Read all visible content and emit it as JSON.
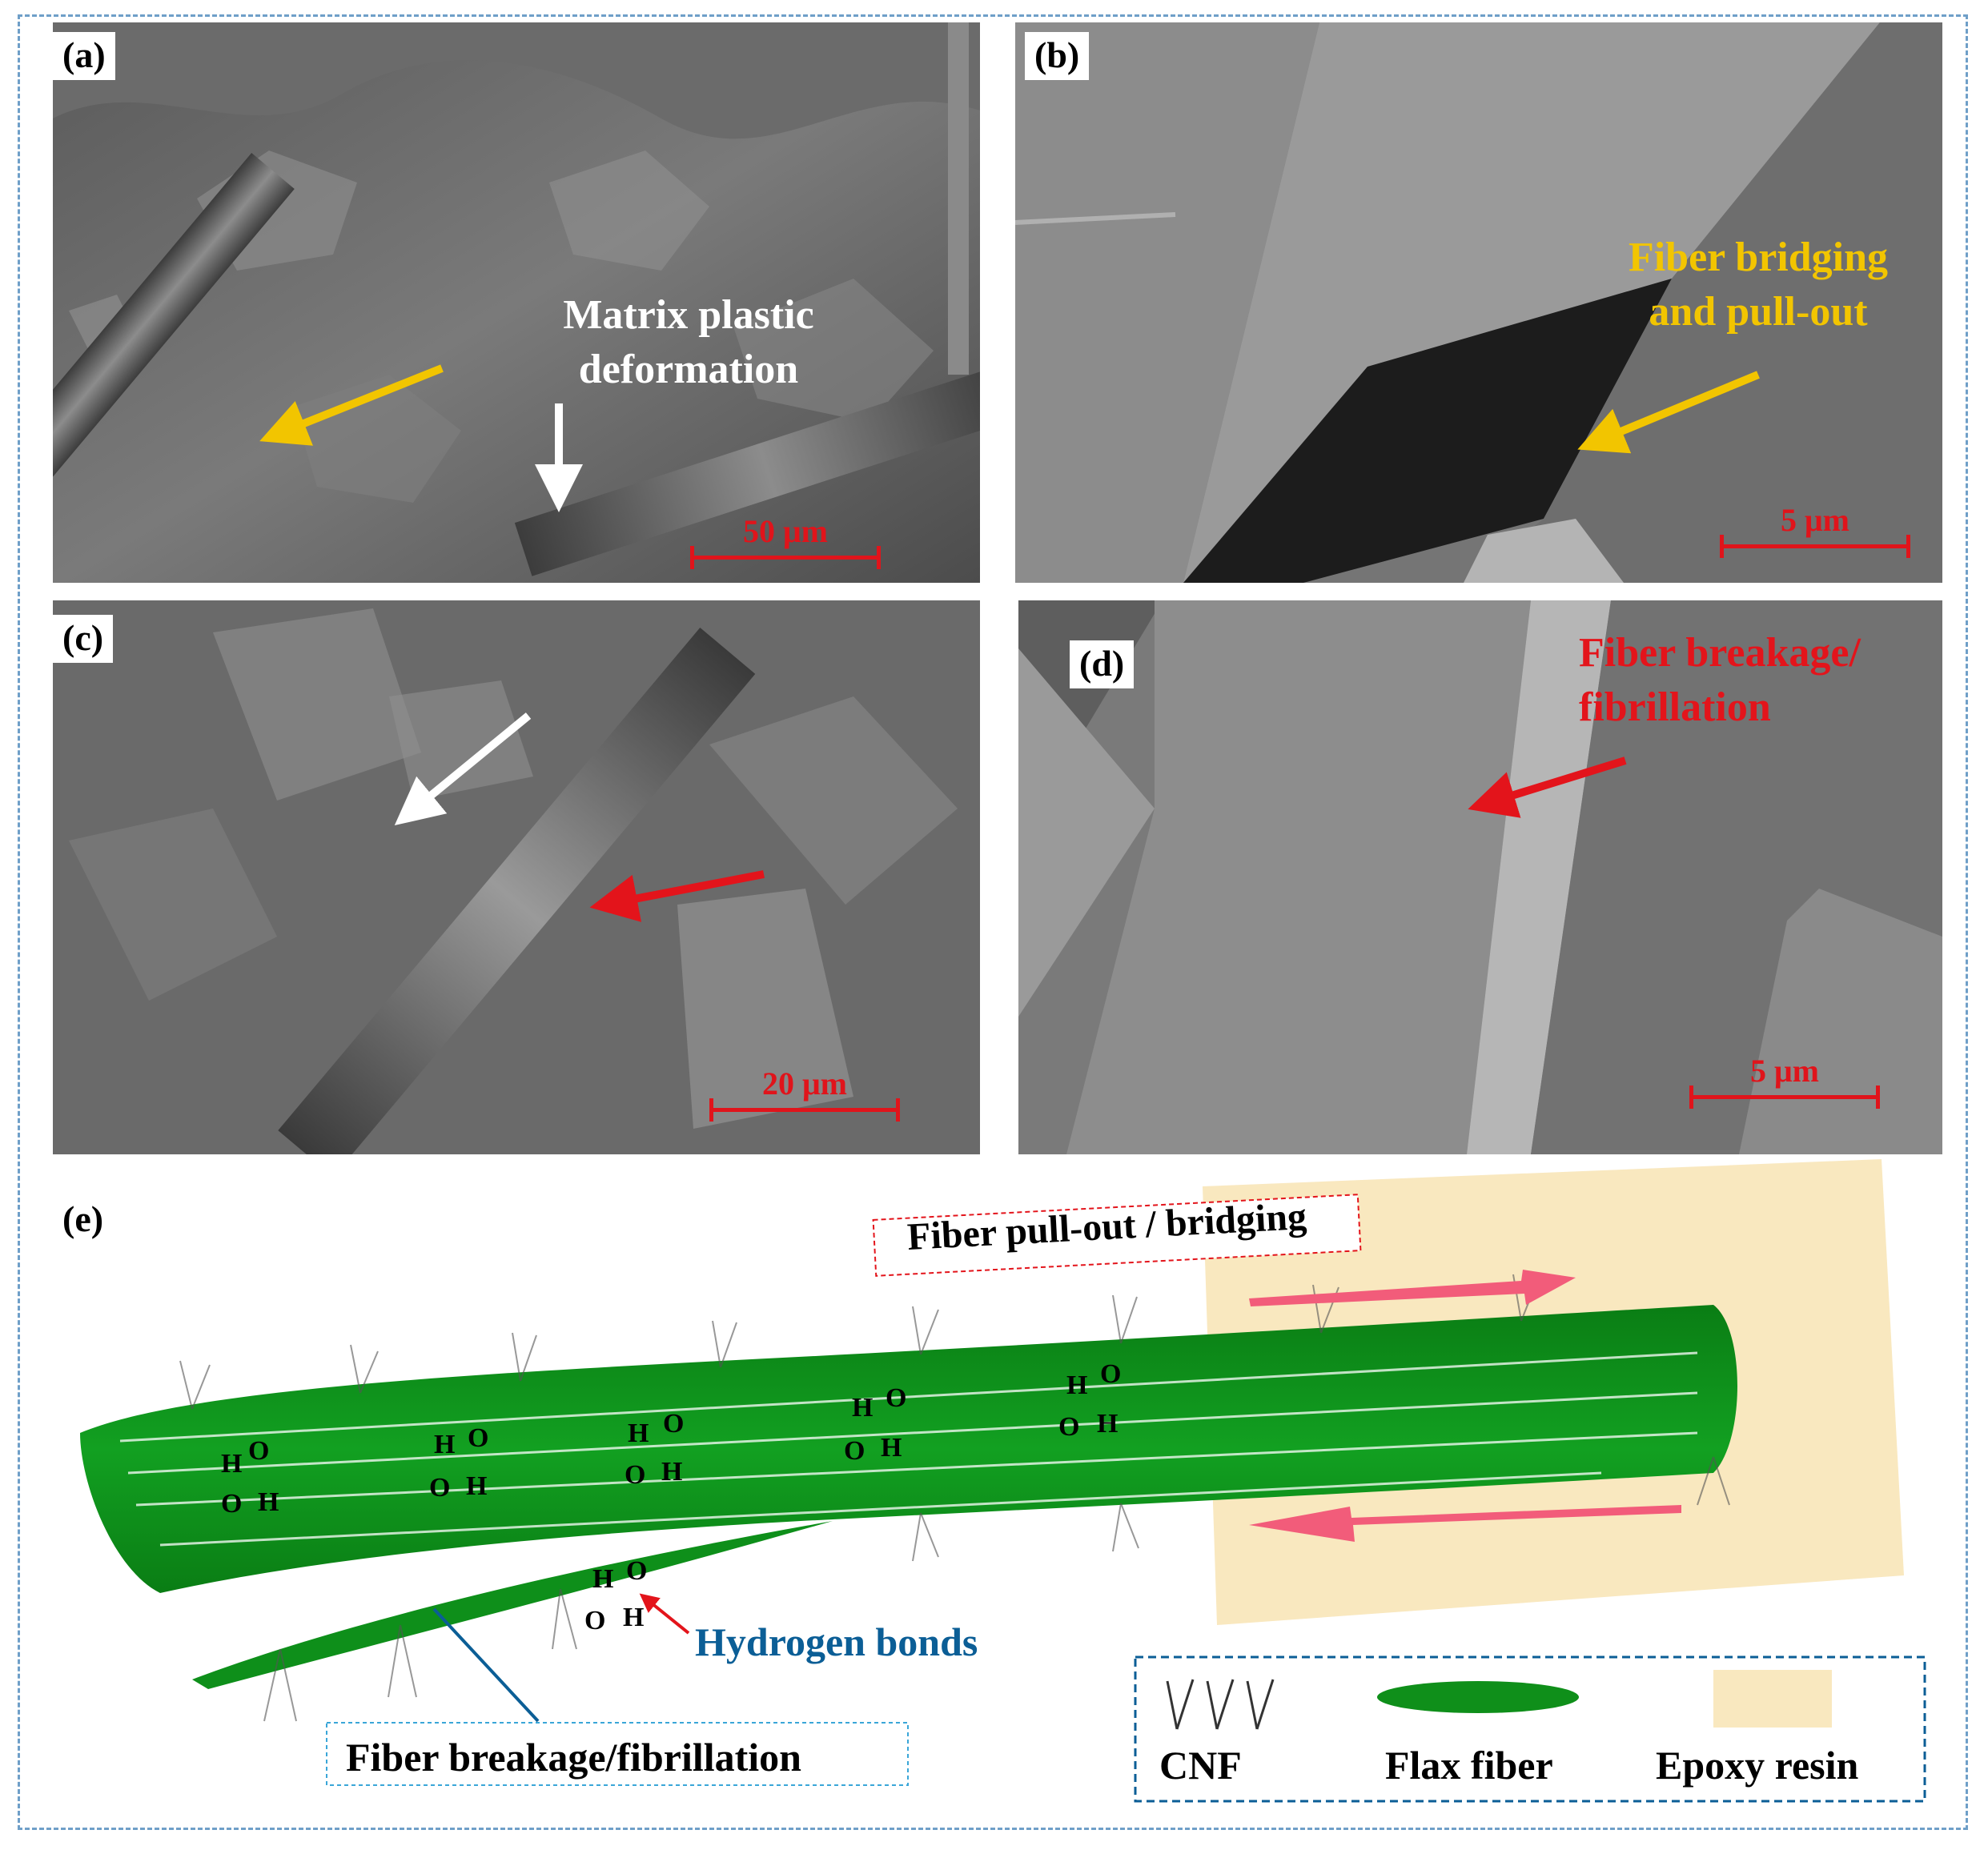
{
  "panels": {
    "a": {
      "label": "(a)",
      "annotation_line1": "Matrix plastic",
      "annotation_line2": "deformation",
      "scale": "50 μm"
    },
    "b": {
      "label": "(b)",
      "annotation_line1": "Fiber bridging",
      "annotation_line2": "and pull-out",
      "scale": "5 μm"
    },
    "c": {
      "label": "(c)",
      "scale": "20 μm"
    },
    "d": {
      "label": "(d)",
      "annotation_line1": "Fiber breakage/",
      "annotation_line2": "fibrillation",
      "scale": "5 μm"
    }
  },
  "schematic": {
    "label": "(e)",
    "pullout_label": "Fiber pull-out / bridging",
    "breakage_label": "Fiber breakage/fibrillation",
    "hbond_label": "Hydrogen bonds",
    "atom_H": "H",
    "atom_O": "O",
    "legend": {
      "cnf": "CNF",
      "flax": "Flax fiber",
      "epoxy": "Epoxy resin"
    }
  },
  "colors": {
    "flax_green": "#0f8f1a",
    "epoxy_fill": "#f9e8bf",
    "annotation_yellow": "#f2c500",
    "annotation_red": "#e3141b",
    "hbond_blue": "#0b5e96",
    "frame_blue": "#6f9fc8",
    "pullout_arrow": "#f25c7a"
  }
}
